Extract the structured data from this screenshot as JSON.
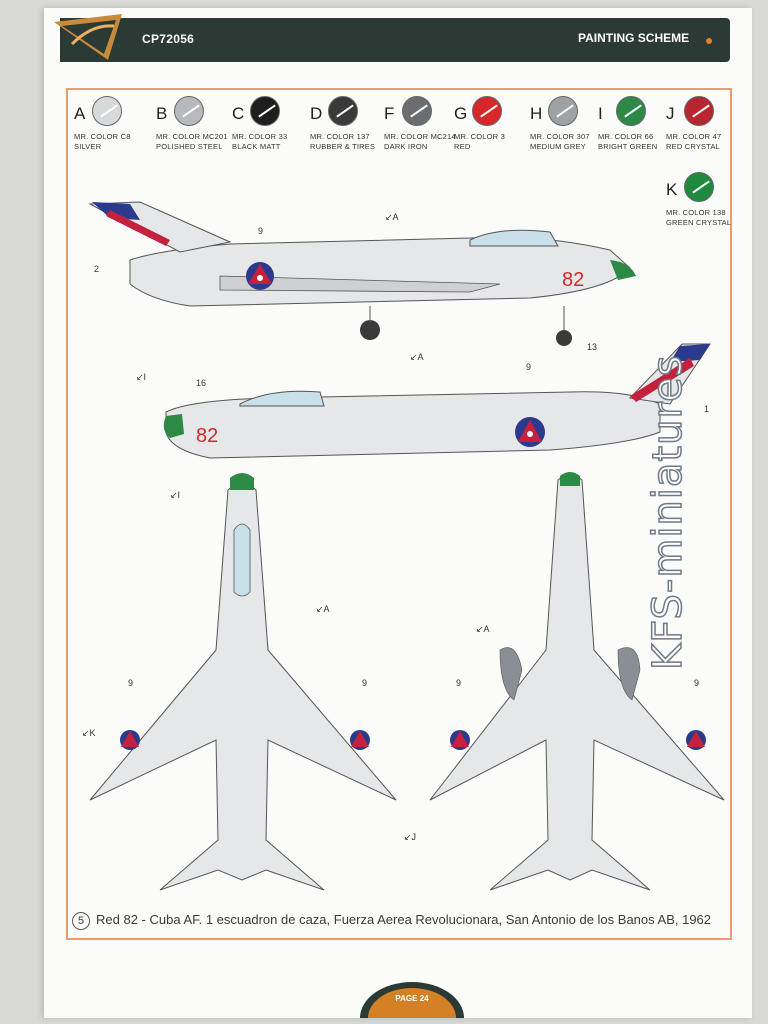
{
  "header": {
    "code": "CP72056",
    "section": "PAINTING SCHEME"
  },
  "colors": [
    {
      "letter": "A",
      "name": "MR. COLOR C8",
      "sub": "SILVER",
      "hex": "#d8d9db"
    },
    {
      "letter": "B",
      "name": "MR. COLOR MC201",
      "sub": "POLISHED STEEL",
      "hex": "#b7b9bc"
    },
    {
      "letter": "C",
      "name": "MR. COLOR 33",
      "sub": "BLACK MATT",
      "hex": "#1e1e1e"
    },
    {
      "letter": "D",
      "name": "MR. COLOR 137",
      "sub": "RUBBER & TIRES",
      "hex": "#3a3a3a"
    },
    {
      "letter": "F",
      "name": "MR. COLOR MC214",
      "sub": "DARK IRON",
      "hex": "#6c6d70"
    },
    {
      "letter": "G",
      "name": "MR. COLOR 3",
      "sub": "RED",
      "hex": "#d6282b"
    },
    {
      "letter": "H",
      "name": "MR. COLOR 307",
      "sub": "MEDIUM GREY",
      "hex": "#9ea2a6"
    },
    {
      "letter": "I",
      "name": "MR. COLOR 66",
      "sub": "BRIGHT GREEN",
      "hex": "#2c8a46"
    },
    {
      "letter": "J",
      "name": "MR. COLOR 47",
      "sub": "RED CRYSTAL",
      "hex": "#b8252e"
    },
    {
      "letter": "K",
      "name": "MR. COLOR 138",
      "sub": "GREEN CRYSTAL",
      "hex": "#1f8a3d"
    }
  ],
  "callouts": {
    "side_left": [
      "A",
      "9",
      "2",
      "13"
    ],
    "side_right": [
      "I",
      "16",
      "A",
      "9",
      "1"
    ],
    "top": [
      "I",
      "A",
      "9",
      "K"
    ],
    "bottom": [
      "A",
      "9",
      "J"
    ]
  },
  "aircraft_number": "82",
  "caption": {
    "num": "5",
    "text": "Red 82 - Cuba AF. 1 escuadron de caza, Fuerza Aerea Revolucionara, San Antonio de los Banos AB, 1962"
  },
  "footer": {
    "page": "PAGE 24"
  },
  "watermark": "KFS-miniatures",
  "palette": {
    "header_bg": "#2b3a34",
    "accent": "#e1802d",
    "frame": "#e99b72",
    "roundel_blue": "#2b3a8c",
    "roundel_red": "#c5203c"
  }
}
